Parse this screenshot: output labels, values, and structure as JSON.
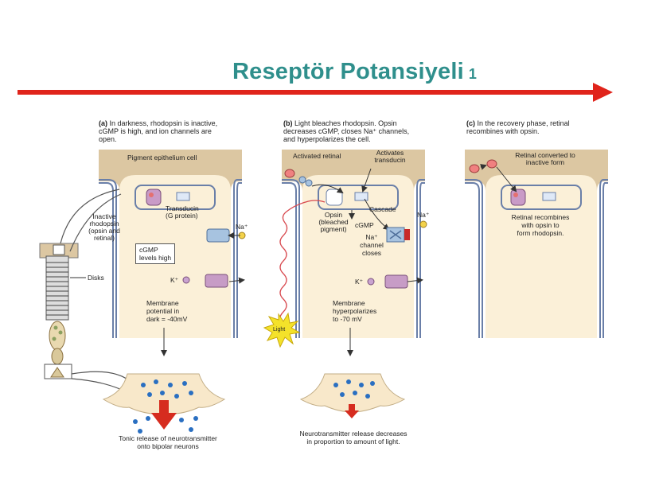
{
  "title": {
    "text": "Reseptör Potansiyeli",
    "number": "1"
  },
  "colors": {
    "title": "#2f8f8c",
    "arrow": "#e0241b",
    "epithelium": "#dcc7a2",
    "cell": "#fbf0d8",
    "membrane": "#6a7fa8"
  },
  "panel_a": {
    "caption_tag": "(a)",
    "caption_lines": [
      "In darkness, rhodopsin is inactive,",
      "cGMP is high, and  ion channels are",
      "open."
    ],
    "pigment_label": "Pigment epithelium cell",
    "transducin": [
      "Transducin",
      "(G protein)"
    ],
    "inactive_rhodopsin": [
      "Inactive",
      "rhodopsin",
      "(opsin and",
      "retinal)"
    ],
    "disks": "Disks",
    "na": "Na⁺",
    "k": "K⁺",
    "cgmp_box": [
      "cGMP",
      "levels high"
    ],
    "membrane": [
      "Membrane",
      "potential in",
      "dark = -40mV"
    ],
    "release": [
      "Tonic release of neurotransmitter",
      "onto bipolar neurons"
    ]
  },
  "panel_b": {
    "caption_tag": "(b)",
    "caption_lines": [
      "Light bleaches rhodopsin. Opsin",
      "decreases cGMP, closes Na⁺ channels,",
      "and hyperpolarizes the cell."
    ],
    "activated_retinal": "Activated retinal",
    "activates_transducin": [
      "Activates",
      "transducin"
    ],
    "cascade": "Cascade",
    "opsin": [
      "Opsin",
      "(bleached",
      "pigment)"
    ],
    "cgmp": "cGMP",
    "na_channel": [
      "Na⁺",
      "channel",
      "closes"
    ],
    "na": "Na⁺",
    "k": "K⁺",
    "light": "Light",
    "membrane": [
      "Membrane",
      "hyperpolarizes",
      "to -70 mV"
    ],
    "release": [
      "Neurotransmitter release decreases",
      "in proportion to amount of light."
    ]
  },
  "panel_c": {
    "caption_tag": "(c)",
    "caption_lines": [
      "In the recovery phase, retinal",
      "recombines with opsin."
    ],
    "retinal_converted": [
      "Retinal converted to",
      "inactive form"
    ],
    "recombines": [
      "Retinal recombines",
      "with opsin to",
      "form rhodopsin."
    ]
  }
}
